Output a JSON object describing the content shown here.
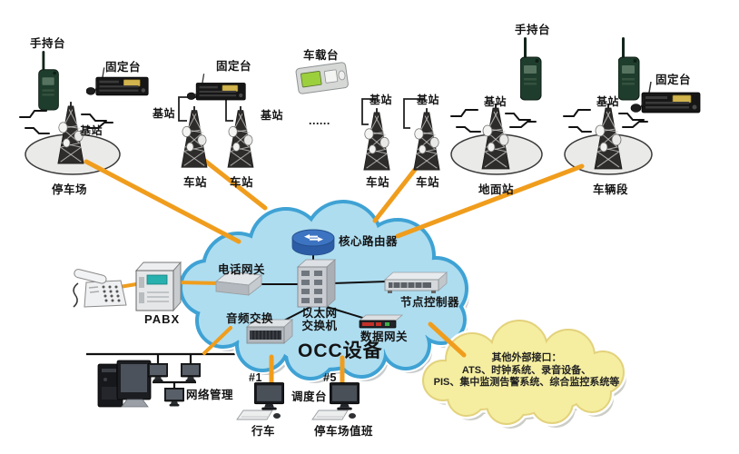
{
  "diagram": {
    "field_layer": {
      "handheld": "手持台",
      "fixed_station": "固定台",
      "vehicle_station": "车载台",
      "base_station": "基站",
      "ellipsis": "......",
      "sites": {
        "parking": "停车场",
        "station": "车站",
        "ground": "地面站",
        "depot": "车辆段"
      }
    },
    "occ_cloud": {
      "title": "OCC设备",
      "core_router": "核心路由器",
      "phone_gateway": "电话网关",
      "audio_switch": "音频交换",
      "ethernet_switch": [
        "以太网",
        "交换机"
      ],
      "data_gateway": "数据网关",
      "node_controller": "节点控制器"
    },
    "pabx_label": "PABX",
    "consoles": {
      "network_management": "网络管理",
      "dispatch_console": "调度台",
      "console_1": "#1",
      "console_5": "#5",
      "train_console": "行车",
      "parking_duty_console": "停车场值班"
    },
    "external_cloud": {
      "line1": "其他外部接口：",
      "line2": "ATS、时钟系统、录音设备、",
      "line3": "PIS、集中监测告警系统、综合监控系统等"
    },
    "colors": {
      "link_orange": "#F09D1D",
      "cloud_fill": "#AEDDF0",
      "cloud_border": "#3FA2D4",
      "external_cloud_fill": "#F5EEA0"
    }
  }
}
